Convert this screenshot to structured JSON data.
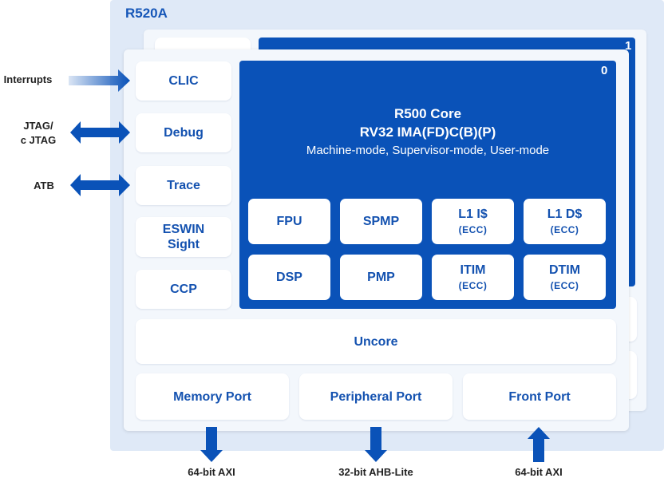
{
  "title": "R520A",
  "instances": [
    "1",
    "0"
  ],
  "core": {
    "name": "R500 Core",
    "isa": "RV32 IMA(FD)C(B)(P)",
    "modes": "Machine-mode, Supervisor-mode, User-mode"
  },
  "left_blocks": {
    "clic": "CLIC",
    "debug": "Debug",
    "trace": "Trace",
    "eswin_line1": "ESWIN",
    "eswin_line2": "Sight",
    "ccp": "CCP"
  },
  "units": [
    {
      "name": "FPU",
      "sub": ""
    },
    {
      "name": "SPMP",
      "sub": ""
    },
    {
      "name": "L1 I$",
      "sub": "(ECC)"
    },
    {
      "name": "L1 D$",
      "sub": "(ECC)"
    },
    {
      "name": "DSP",
      "sub": ""
    },
    {
      "name": "PMP",
      "sub": ""
    },
    {
      "name": "ITIM",
      "sub": "(ECC)"
    },
    {
      "name": "DTIM",
      "sub": "(ECC)"
    }
  ],
  "uncore": "Uncore",
  "ports": {
    "memory": "Memory Port",
    "peripheral": "Peripheral Port",
    "front": "Front Port"
  },
  "external": {
    "interrupts": "Interrupts",
    "jtag_line1": "JTAG/",
    "jtag_line2": "c JTAG",
    "atb": "ATB"
  },
  "bus_labels": {
    "memory": "64-bit AXI",
    "peripheral": "32-bit AHB-Lite",
    "front": "64-bit AXI"
  },
  "colors": {
    "core_blue": "#0a52b8",
    "text_blue": "#1452b0",
    "background": "#dfe9f7"
  }
}
